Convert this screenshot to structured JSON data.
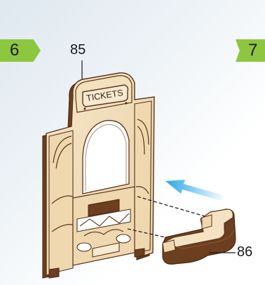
{
  "steps": {
    "current": "6",
    "next": "7"
  },
  "parts": {
    "frame_id": "85",
    "handle_id": "86"
  },
  "sign": {
    "text": "TICKETS"
  },
  "colors": {
    "step_badge": "#8dc63f",
    "wood_face": "#f1dcb8",
    "wood_edge": "#7a4a26",
    "wood_outline": "#5a351a",
    "arrow_blue": "#2aa7e8"
  }
}
